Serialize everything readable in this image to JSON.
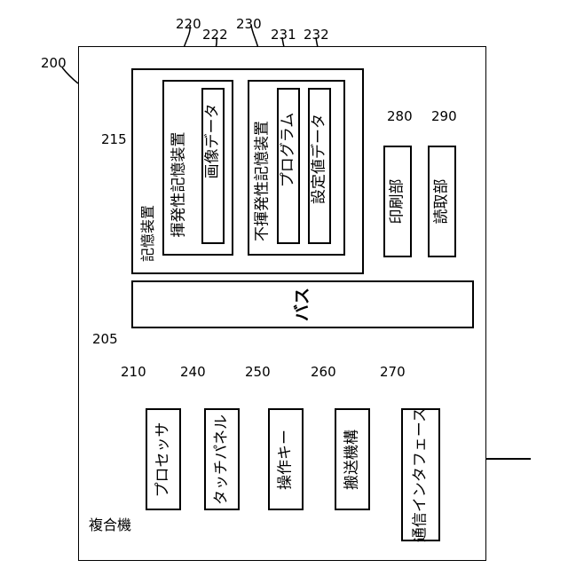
{
  "title": "複合機",
  "bus": "バス",
  "storage_label": "記憶装置",
  "volatile_label": "揮発性記憶装置",
  "image_data": "画像データ",
  "nonvolatile_label": "不揮発性記憶装置",
  "program": "プログラム",
  "settings_data": "設定値データ",
  "printer": "印刷部",
  "reader": "読取部",
  "processor": "プロセッサ",
  "touch_panel": "タッチパネル",
  "operation_keys": "操作キー",
  "transport": "搬送機構",
  "comm_interface": "通信インタフェース",
  "refs": {
    "mfp": "200",
    "bus": "205",
    "storage": "215",
    "volatile": "220",
    "image_data": "222",
    "nonvolatile": "230",
    "program": "231",
    "settings": "232",
    "printer": "280",
    "reader": "290",
    "processor": "210",
    "touch_panel": "240",
    "operation_keys": "250",
    "transport": "260",
    "comm_interface": "270"
  }
}
